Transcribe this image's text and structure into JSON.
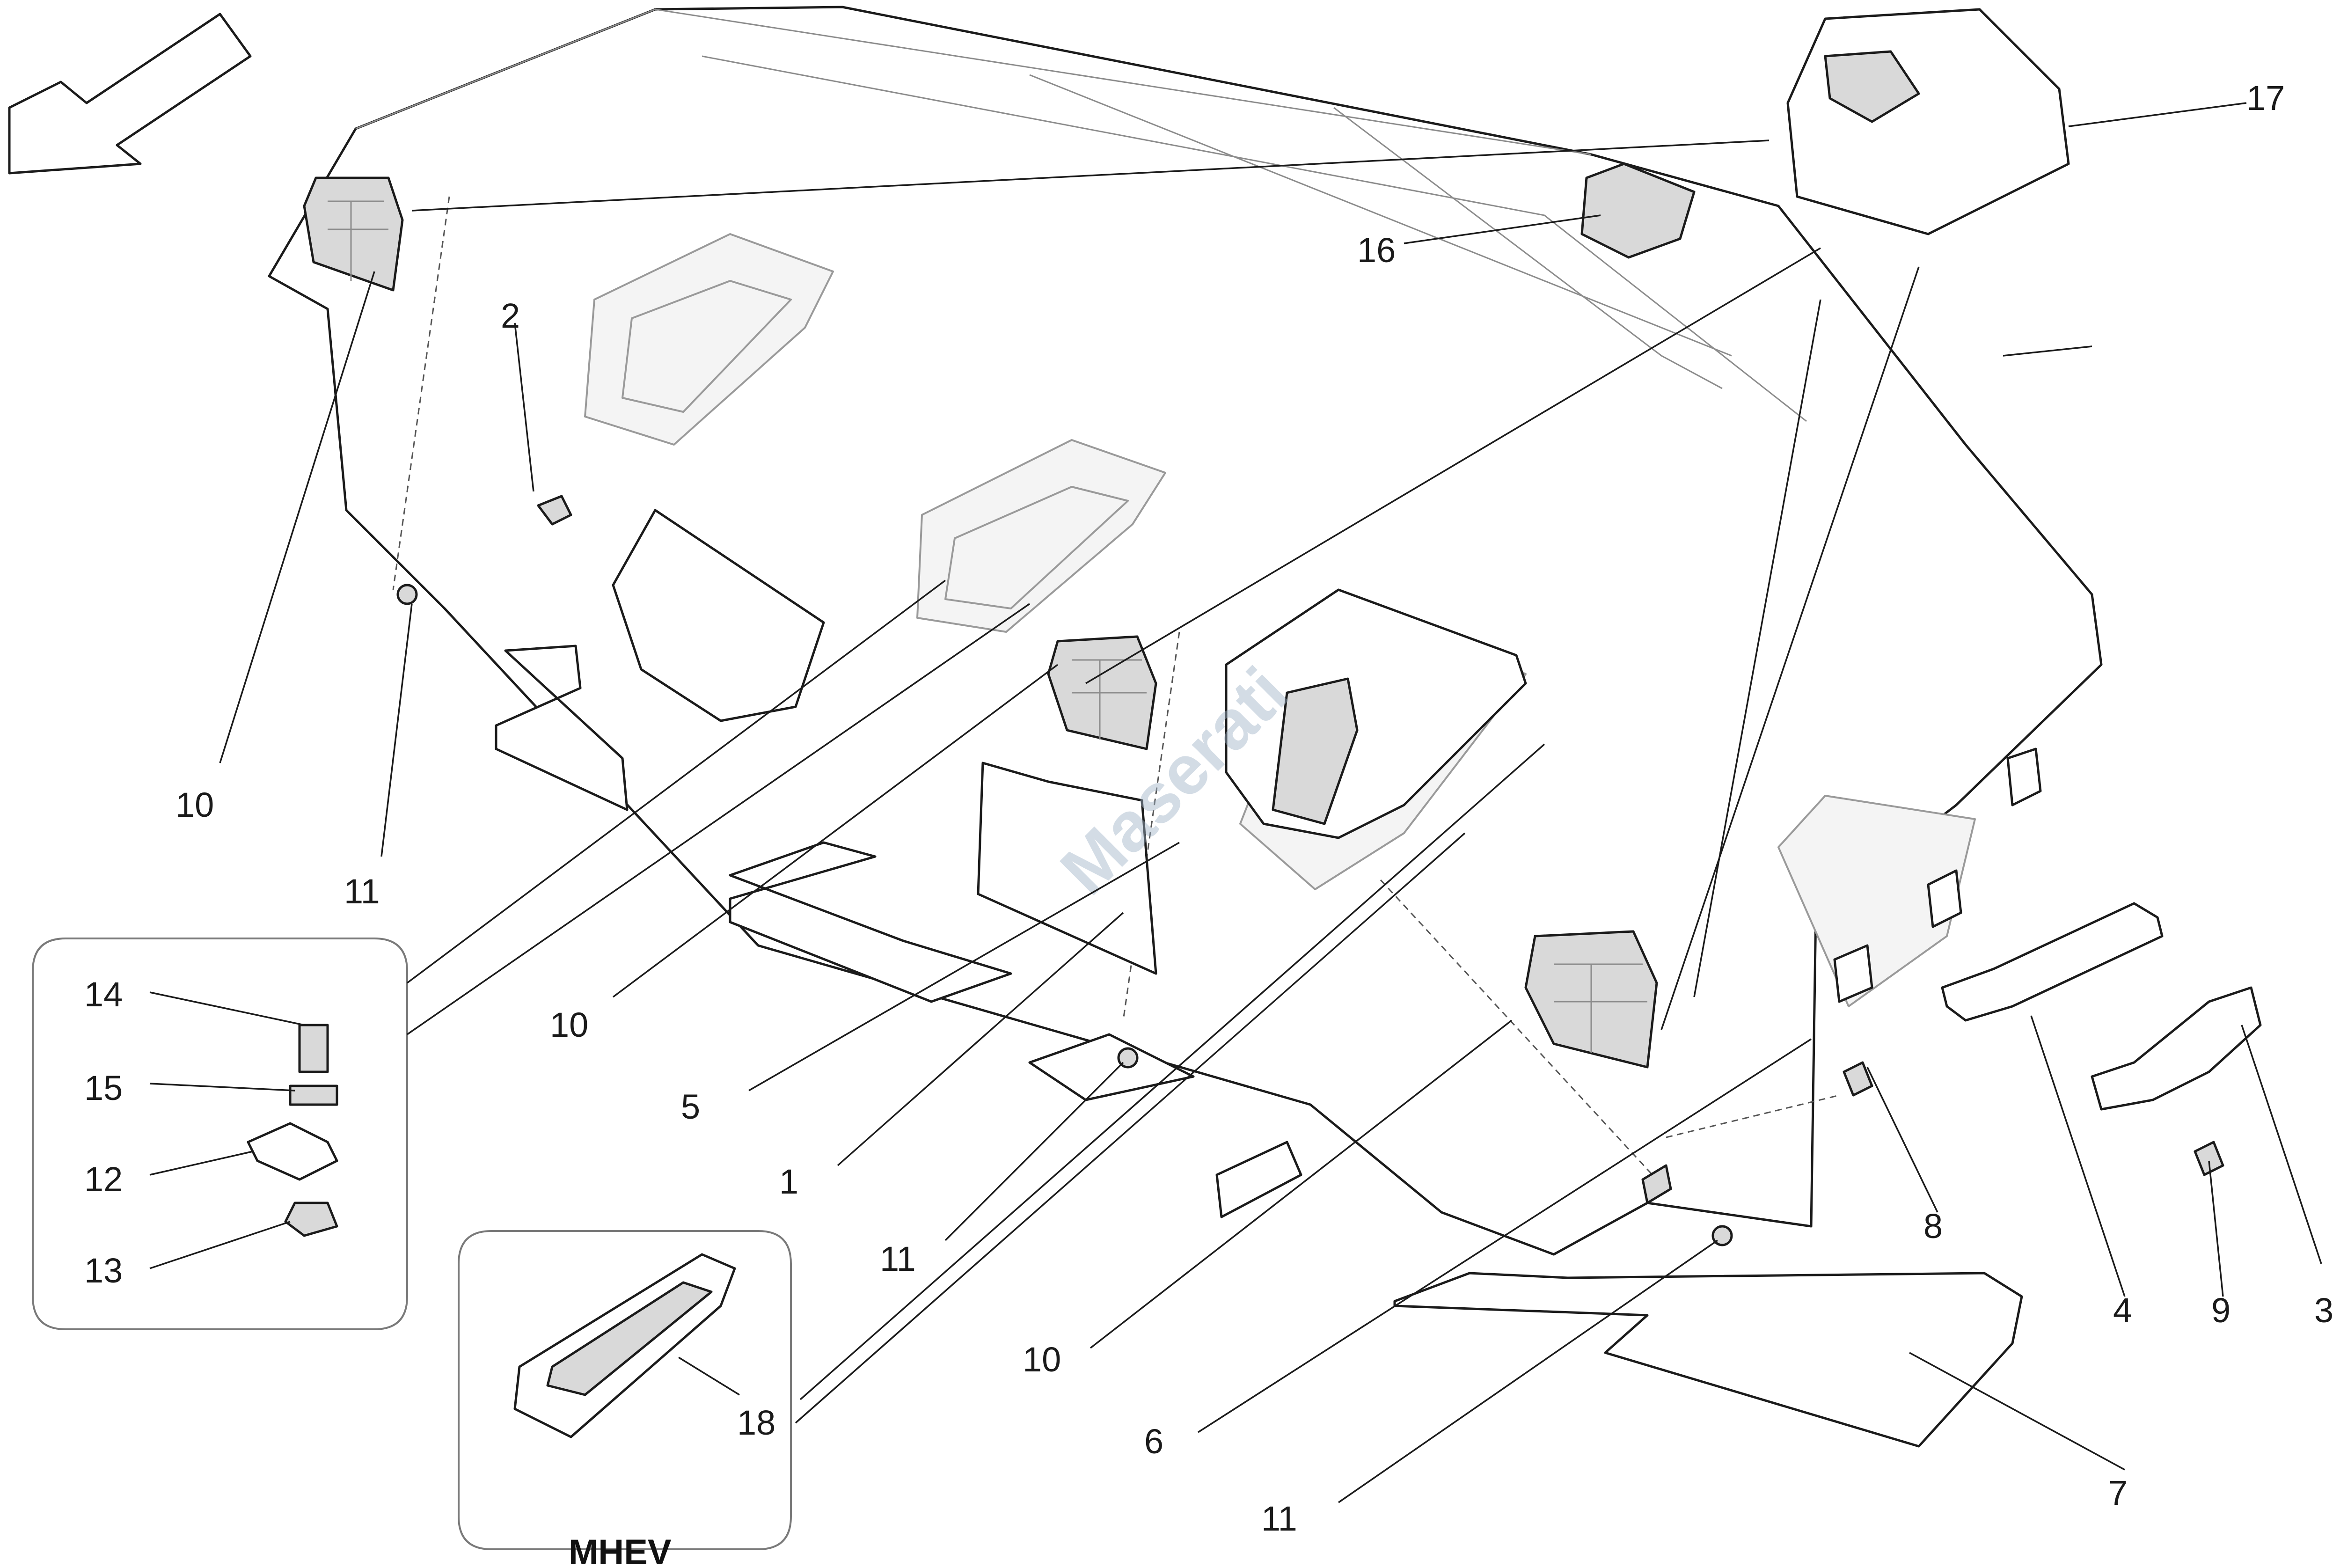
{
  "inset_label": "MHEV",
  "watermark": "Maserati",
  "callouts": {
    "c1": "1",
    "c2": "2",
    "c3": "3",
    "c4": "4",
    "c5": "5",
    "c6": "6",
    "c7": "7",
    "c8": "8",
    "c9": "9",
    "c10a": "10",
    "c10b": "10",
    "c10c": "10",
    "c11a": "11",
    "c11b": "11",
    "c11c": "11",
    "c12": "12",
    "c13": "13",
    "c14": "14",
    "c15": "15",
    "c16": "16",
    "c17": "17",
    "c18": "18"
  },
  "icons": {
    "direction_arrow": "front-direction-arrow-icon"
  }
}
